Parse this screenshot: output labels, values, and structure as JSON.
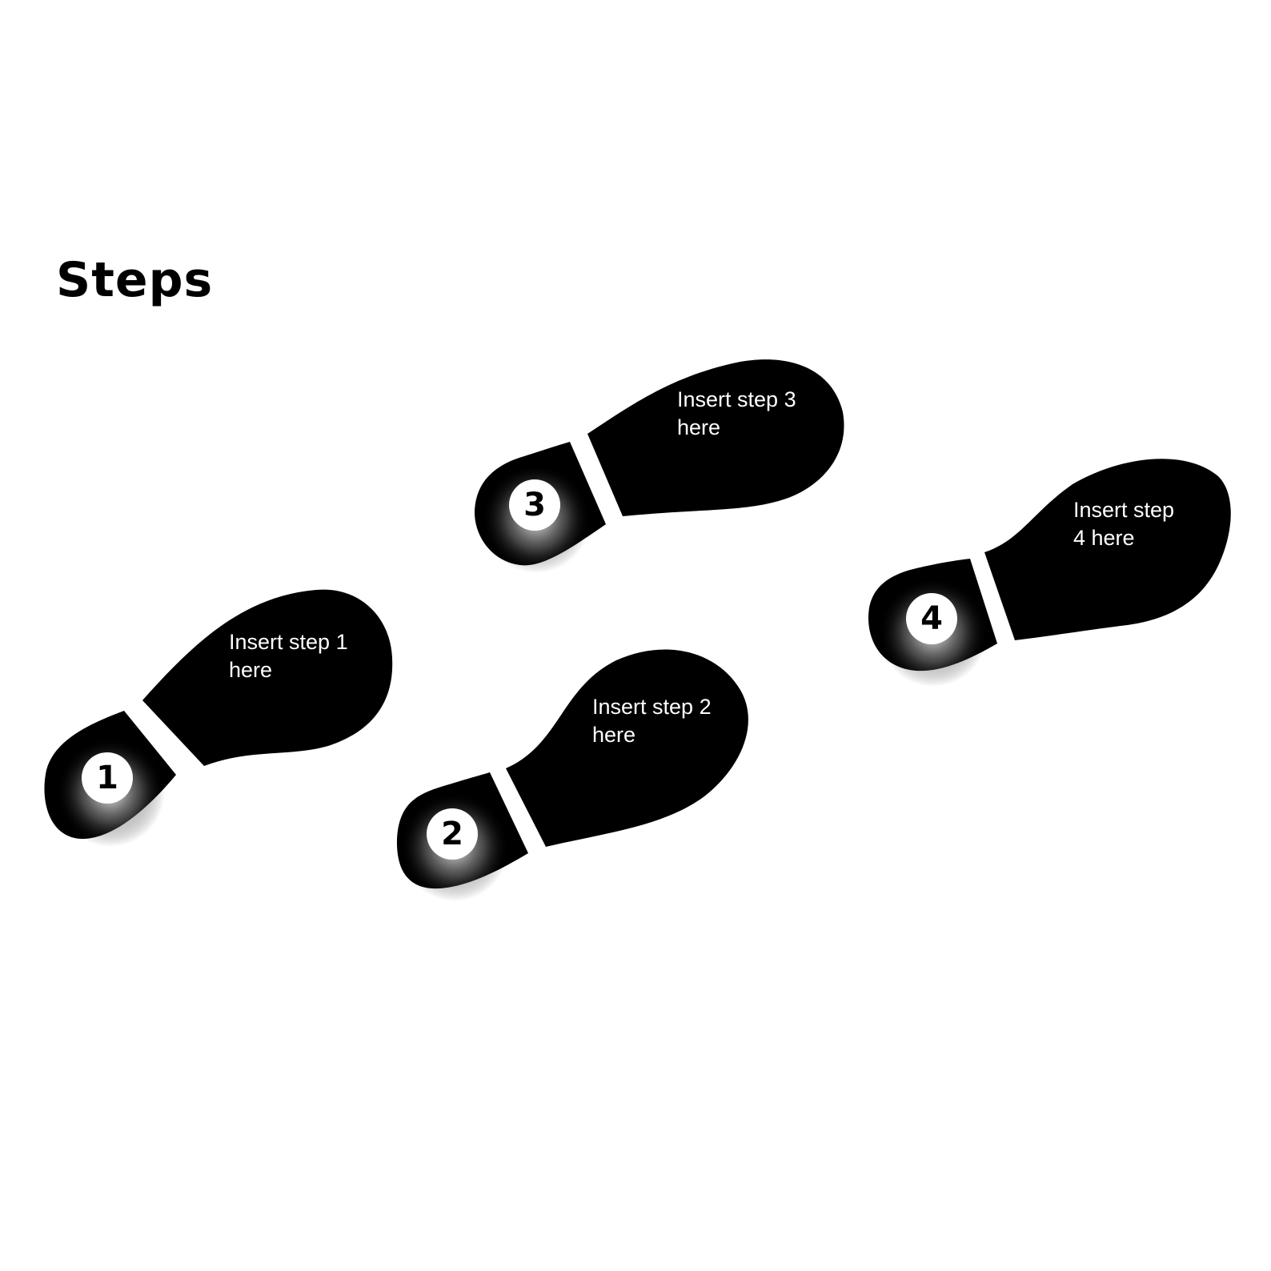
{
  "title": "Steps",
  "colors": {
    "background": "#ffffff",
    "print": "#000000",
    "text_on_print": "#ffffff",
    "badge": "#ffffff"
  },
  "footprint_icon": "shoe-sole-print",
  "steps": [
    {
      "number": "1",
      "line1": "Insert step 1",
      "line2": "here"
    },
    {
      "number": "2",
      "line1": "Insert step 2",
      "line2": "here"
    },
    {
      "number": "3",
      "line1": "Insert step 3",
      "line2": "here"
    },
    {
      "number": "4",
      "line1": "Insert step",
      "line2": "4 here"
    }
  ]
}
